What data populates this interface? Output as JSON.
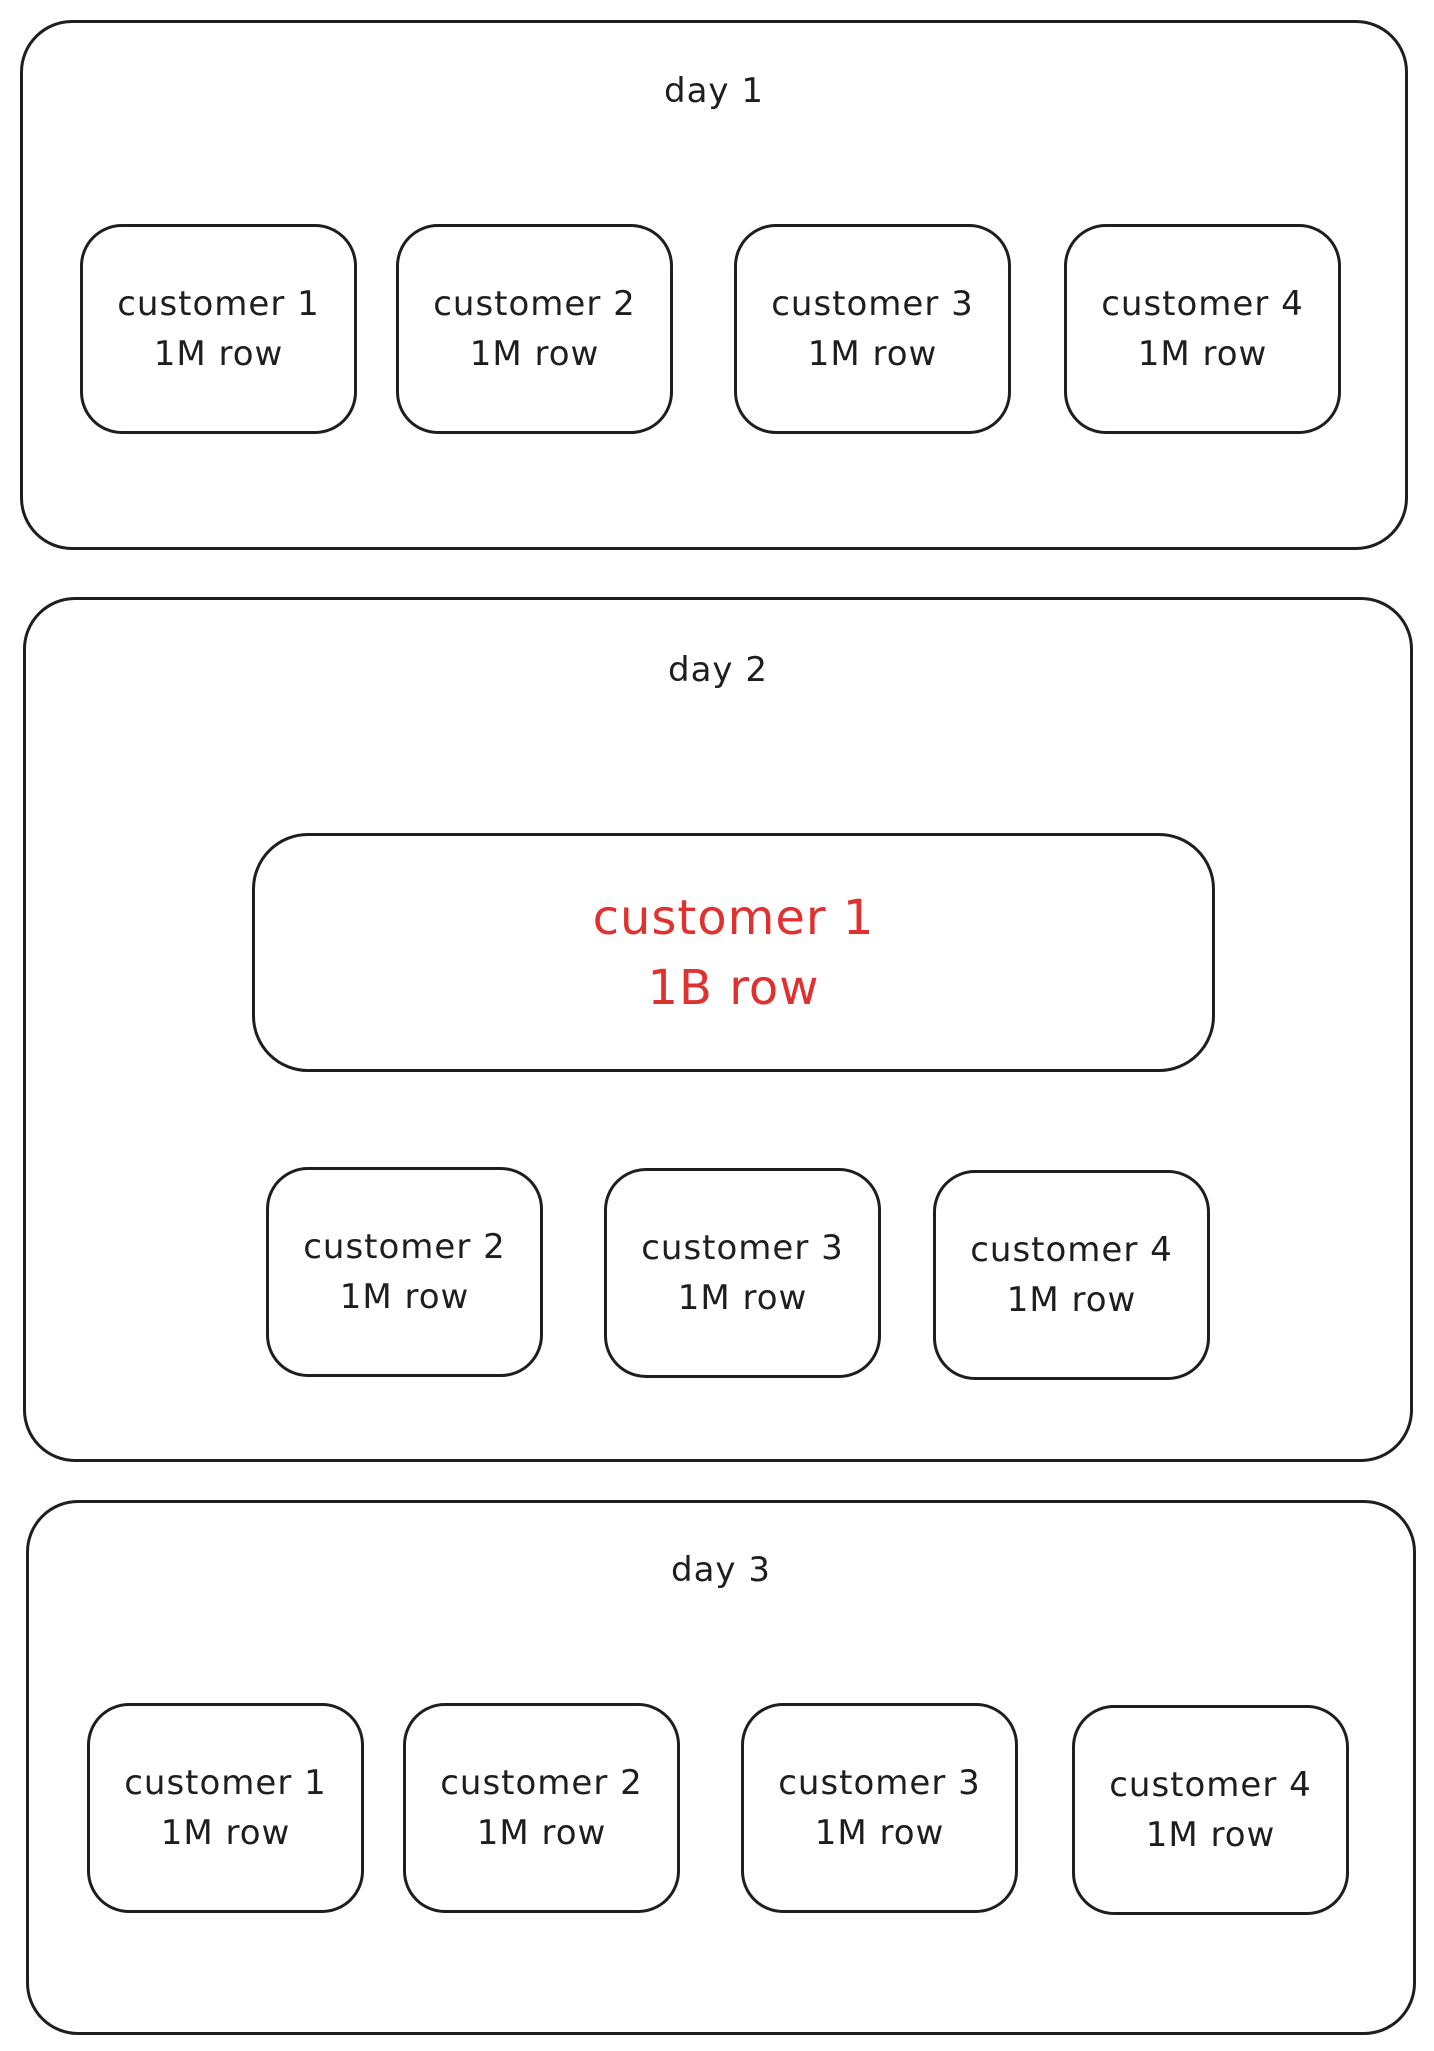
{
  "highlight_color": "#e03131",
  "stroke_color": "#1e1e1e",
  "days": [
    {
      "title": "day 1",
      "customers": [
        {
          "name": "customer 1",
          "rows": "1M row"
        },
        {
          "name": "customer 2",
          "rows": "1M row"
        },
        {
          "name": "customer 3",
          "rows": "1M row"
        },
        {
          "name": "customer 4",
          "rows": "1M row"
        }
      ]
    },
    {
      "title": "day 2",
      "highlight": {
        "name": "customer 1",
        "rows": "1B row"
      },
      "customers": [
        {
          "name": "customer 2",
          "rows": "1M row"
        },
        {
          "name": "customer 3",
          "rows": "1M row"
        },
        {
          "name": "customer 4",
          "rows": "1M row"
        }
      ]
    },
    {
      "title": "day 3",
      "customers": [
        {
          "name": "customer 1",
          "rows": "1M row"
        },
        {
          "name": "customer 2",
          "rows": "1M row"
        },
        {
          "name": "customer 3",
          "rows": "1M row"
        },
        {
          "name": "customer 4",
          "rows": "1M row"
        }
      ]
    }
  ]
}
